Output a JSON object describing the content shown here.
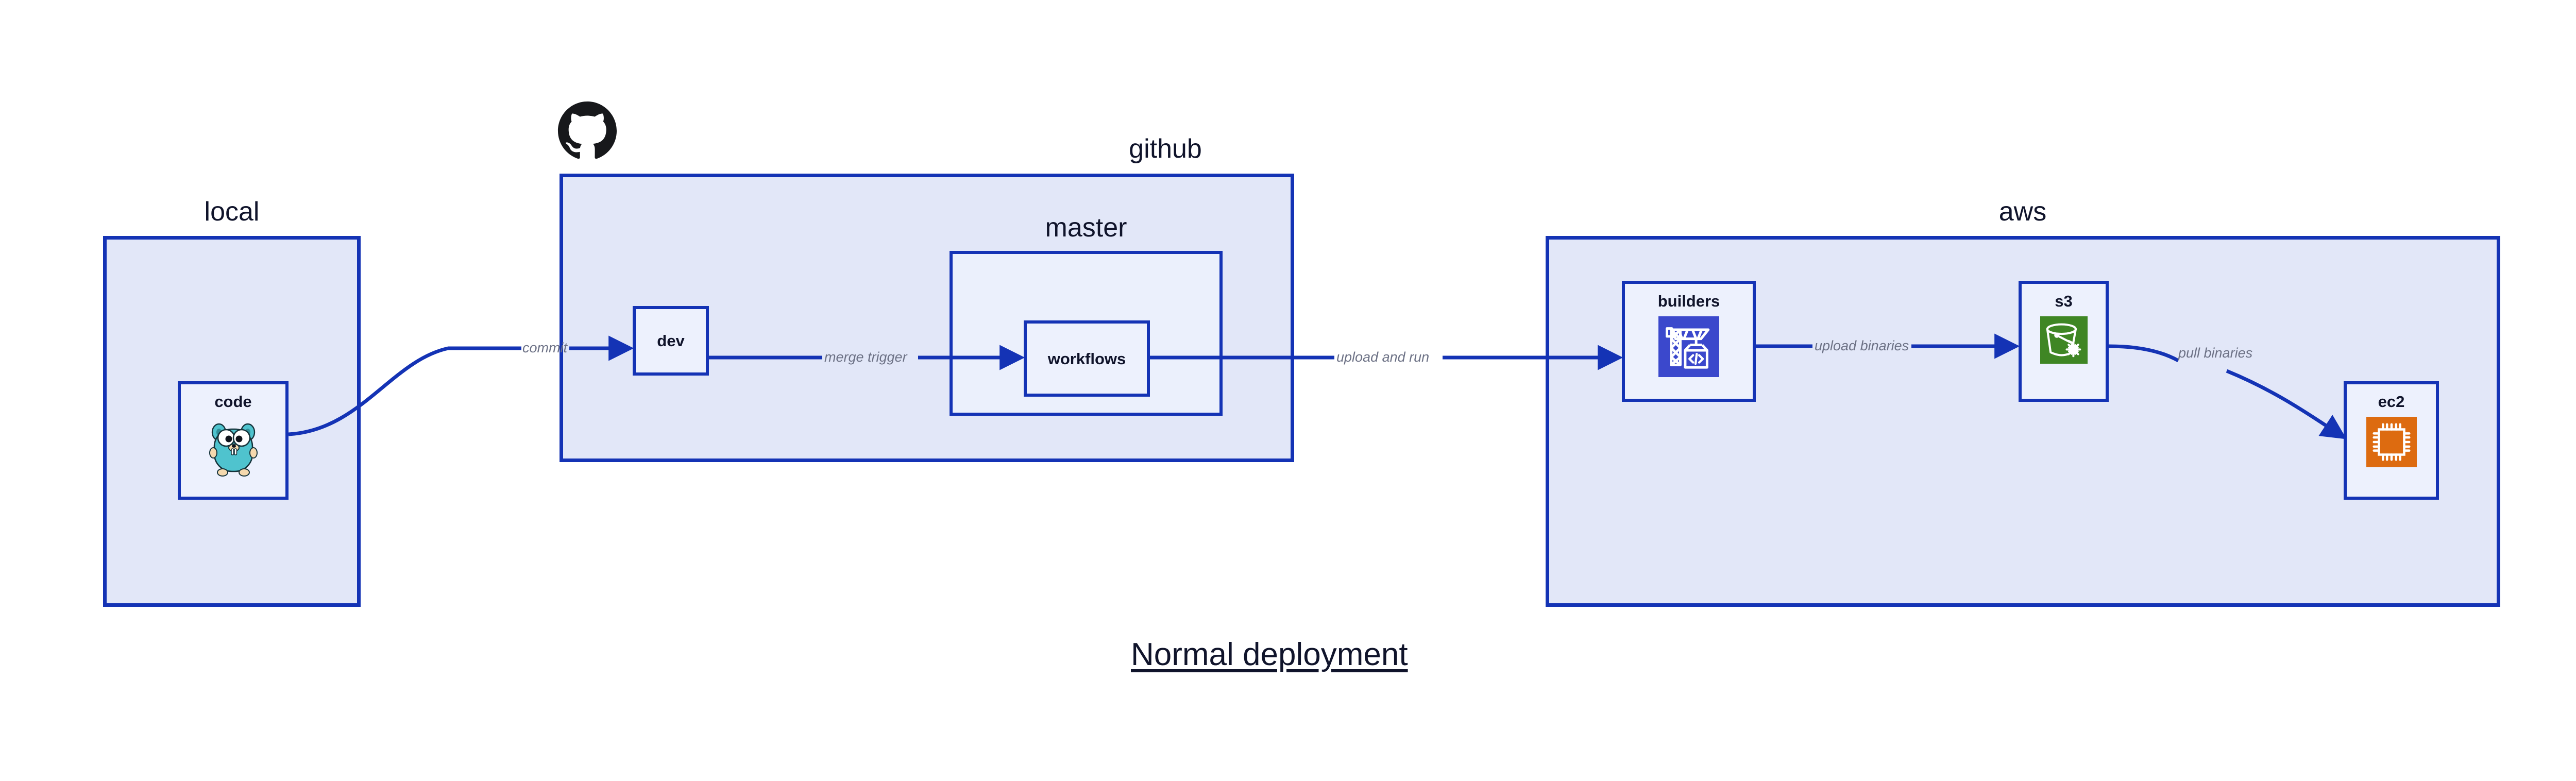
{
  "diagram": {
    "title": "Normal deployment",
    "accent_border": "#1433B5",
    "group_fill": "#E2E7F8",
    "node_fill": "#EDF1FD",
    "label_color": "#10142B",
    "edge_label_color": "#6C7185"
  },
  "groups": {
    "local": {
      "label": "local"
    },
    "github": {
      "label": "github"
    },
    "master": {
      "label": "master"
    },
    "aws": {
      "label": "aws"
    }
  },
  "nodes": {
    "code": {
      "label": "code",
      "icon": "go-gopher-icon"
    },
    "dev": {
      "label": "dev",
      "icon": "none"
    },
    "workflows": {
      "label": "workflows",
      "icon": "none"
    },
    "builders": {
      "label": "builders",
      "icon": "aws-codebuild-icon",
      "icon_color": "#3B48CC"
    },
    "s3": {
      "label": "s3",
      "icon": "aws-s3-glacier-icon",
      "icon_color": "#3F8624"
    },
    "ec2": {
      "label": "ec2",
      "icon": "aws-ec2-icon",
      "icon_color": "#DD6B10"
    }
  },
  "edges": [
    {
      "id": "commit",
      "label": "commit",
      "from": "code",
      "to": "dev"
    },
    {
      "id": "merge-trigger",
      "label": "merge trigger",
      "from": "dev",
      "to": "workflows"
    },
    {
      "id": "upload-and-run",
      "label": "upload and run",
      "from": "workflows",
      "to": "builders"
    },
    {
      "id": "upload-binaries",
      "label": "upload binaries",
      "from": "builders",
      "to": "s3"
    },
    {
      "id": "pull-binaries",
      "label": "pull binaries",
      "from": "s3",
      "to": "ec2"
    }
  ],
  "logos": {
    "github_mark": "github-octocat-icon"
  }
}
